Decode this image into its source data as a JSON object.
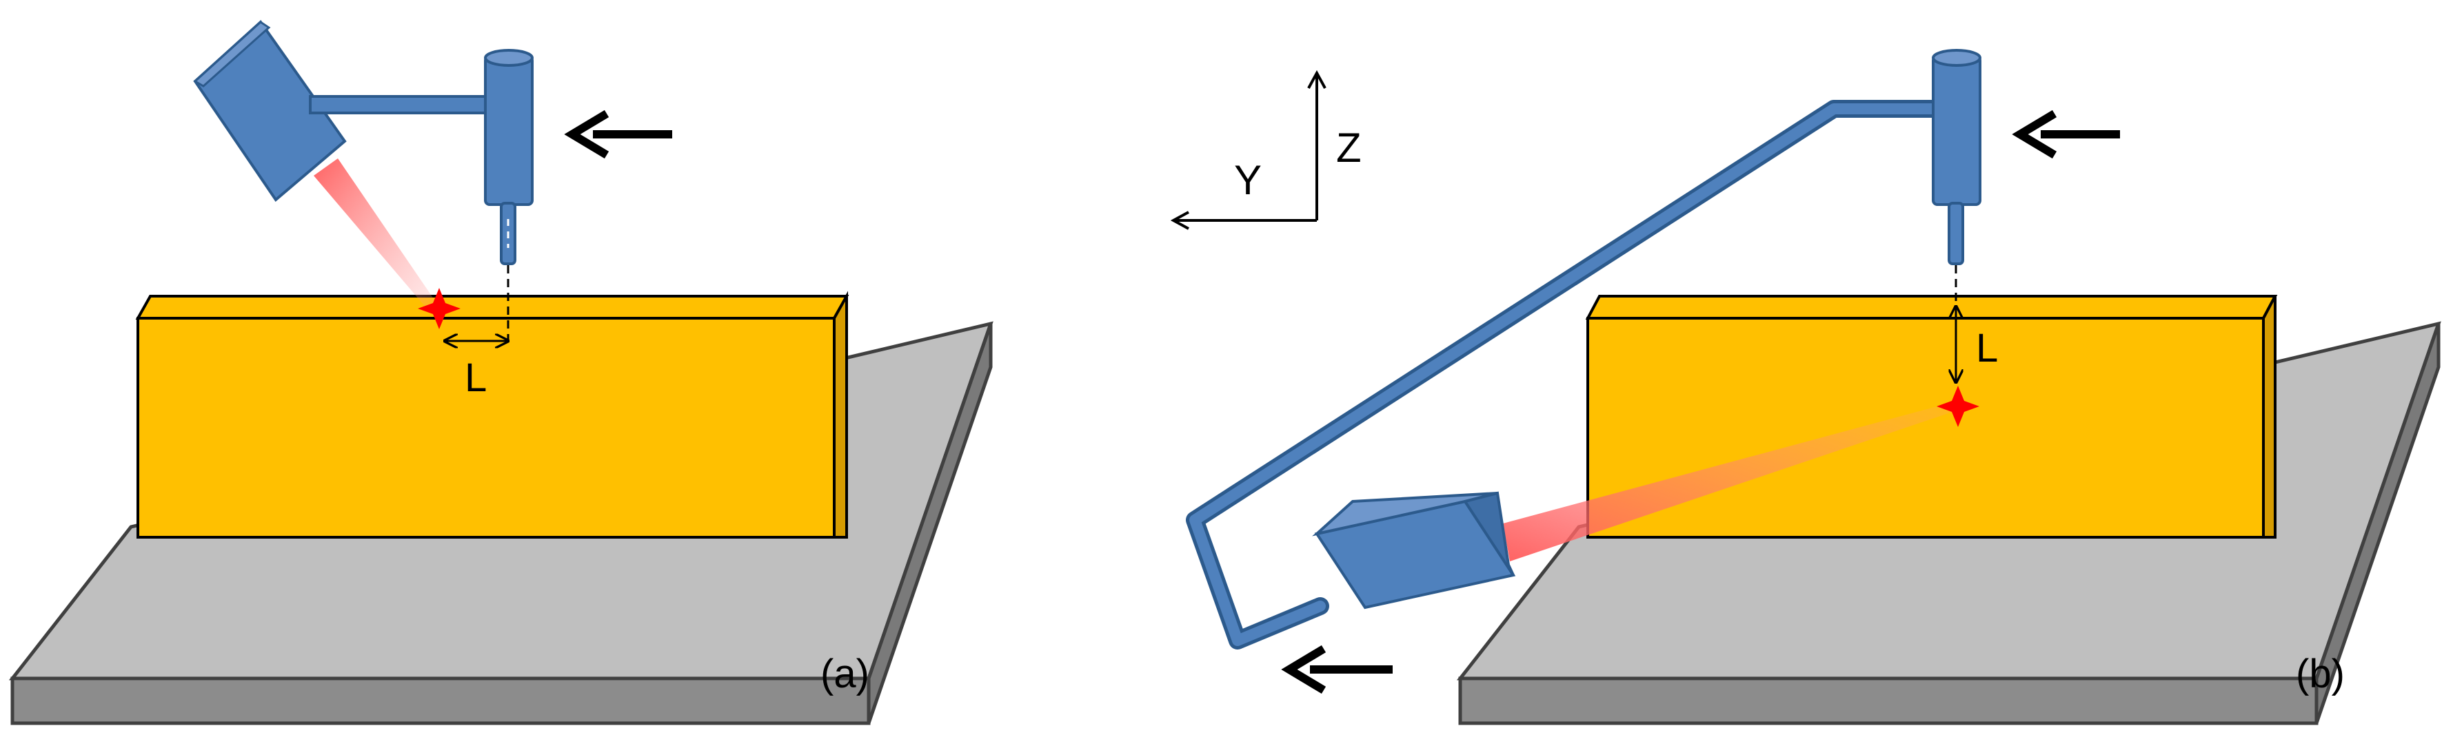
{
  "panels": {
    "a": {
      "caption": "(a)",
      "offset_label": "L"
    },
    "b": {
      "caption": "(b)",
      "offset_label": "L"
    }
  },
  "axes": {
    "y_label": "Y",
    "z_label": "Z"
  },
  "colors": {
    "workpiece": "#FFC000",
    "workpiece_edge": "#B8860B",
    "plate_top": "#BFBFBF",
    "plate_side": "#8C8C8C",
    "plate_edge": "#404040",
    "tool": "#4F81BD",
    "tool_edge": "#2C5A8C",
    "laser_spot": "#FF0000",
    "arrow": "#000000"
  },
  "icons": [
    "laser-sensor-icon",
    "tool-spindle-icon",
    "laser-spot-icon",
    "motion-arrow-icon"
  ]
}
